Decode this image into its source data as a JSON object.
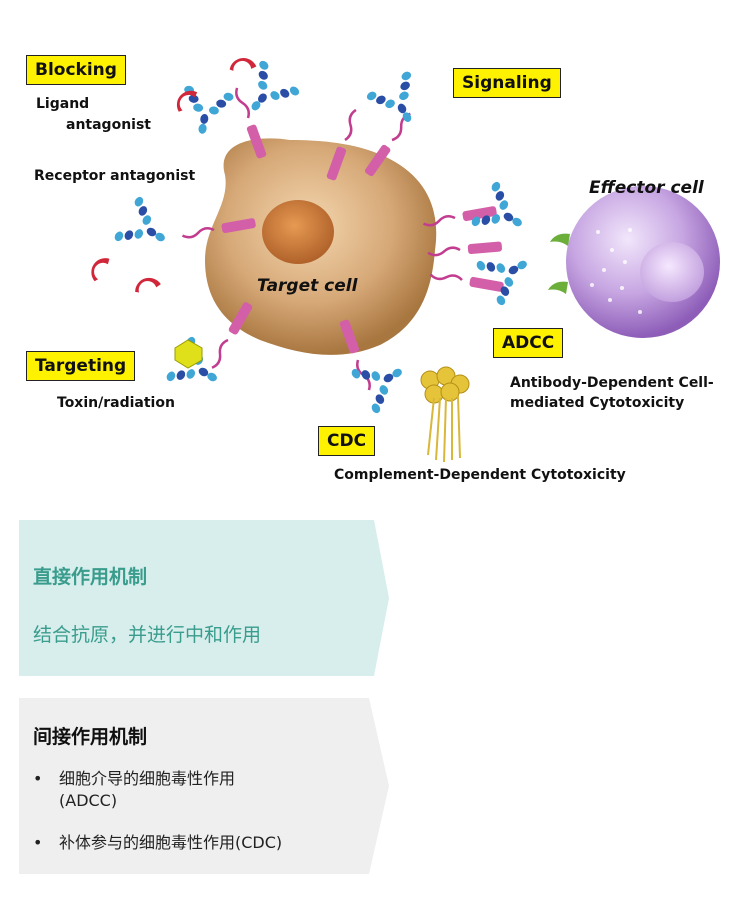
{
  "labels": {
    "blocking": "Blocking",
    "ligand_line1": "Ligand",
    "ligand_line2": "antagonist",
    "receptor_antagonist": "Receptor antagonist",
    "signaling": "Signaling",
    "effector_cell": "Effector cell",
    "target_cell": "Target cell",
    "targeting": "Targeting",
    "toxin_radiation": "Toxin/radiation",
    "adcc": "ADCC",
    "adcc_line1": "Antibody-Dependent Cell-",
    "adcc_line2": "mediated Cytotoxicity",
    "cdc": "CDC",
    "cdc_full": "Complement-Dependent Cytotoxicity"
  },
  "panels": {
    "direct": {
      "title": "直接作用机制",
      "text": "结合抗原，并进行中和作用"
    },
    "indirect": {
      "title": "间接作用机制",
      "bullets": [
        {
          "line1": "细胞介导的细胞毒性作用",
          "line2": "(ADCC)"
        },
        {
          "line1": "补体参与的细胞毒性作用(CDC)",
          "line2": ""
        }
      ]
    }
  },
  "colors": {
    "label_box": "#fff200",
    "panel_direct_bg": "#d7eeed",
    "panel_direct_text": "#3a9c8c",
    "panel_indirect_bg": "#efefef",
    "target_cell": "#c8955a",
    "effector_cell": "#a57cc8",
    "receptor": "#d35fa8",
    "antibody_dark": "#2a4ea6",
    "antibody_light": "#3fa6d6"
  }
}
